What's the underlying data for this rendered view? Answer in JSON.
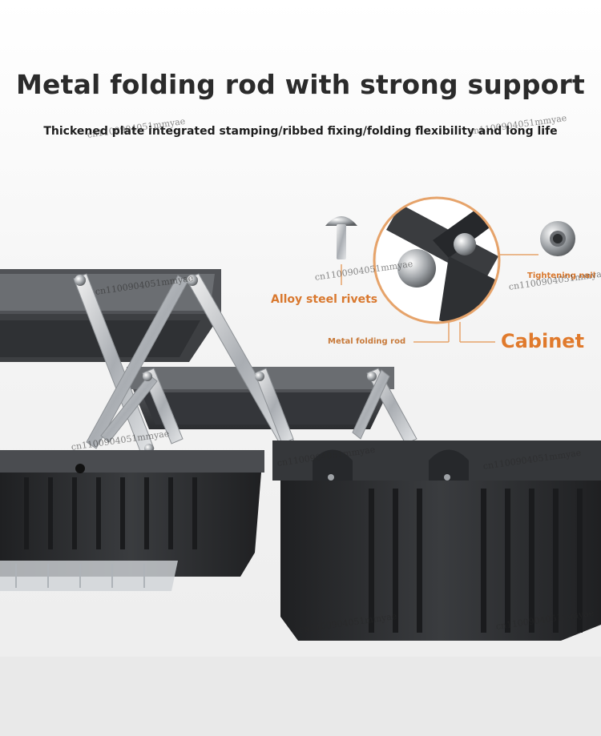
{
  "headline": "Metal folding rod with strong support",
  "subheadline": "Thickened plate integrated stamping/ribbed fixing/folding flexibility and long life",
  "labels": {
    "rivets": "Alloy steel rivets",
    "rod": "Metal folding rod",
    "cabinet": "Cabinet",
    "nail": "Tightening nail"
  },
  "watermark": "cn1100904051mmyae",
  "colors": {
    "accent": "#e07a2c",
    "leader_line": "#e6a36a",
    "headline": "#2b2b2b",
    "box_dark": "#2a2c2e"
  }
}
